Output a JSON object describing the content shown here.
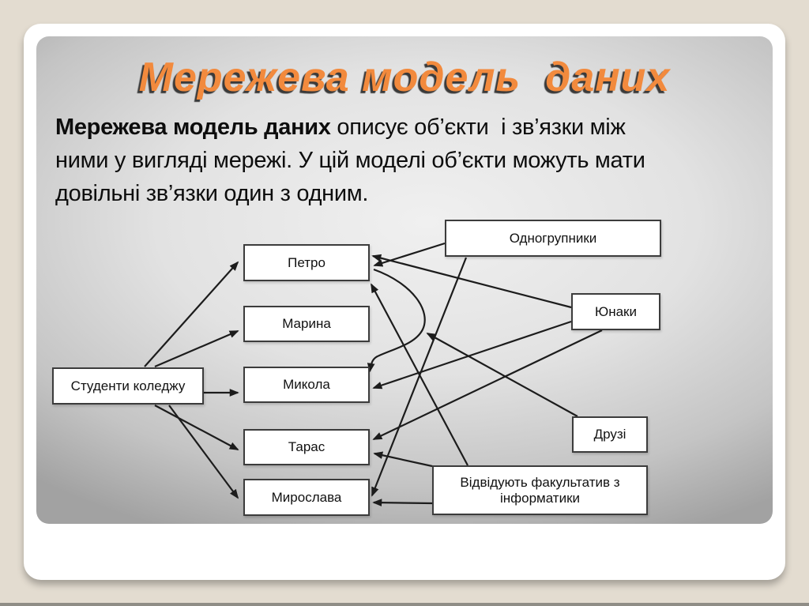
{
  "slide": {
    "title": "Мережева модель  даних",
    "accent_color": "#f28a3d",
    "title_shadow_color": "#3a3a3a",
    "intro": {
      "bold": "Мережева модель даних",
      "line1_rest": " описує об’єкти  і зв’язки між",
      "line2": "ними у вигляді мережі. У цій моделі об’єкти можуть мати",
      "line3": "довільні зв’язки один з одним."
    }
  },
  "diagram": {
    "nodes": [
      {
        "id": "students",
        "label": "Студенти коледжу"
      },
      {
        "id": "petro",
        "label": "Петро"
      },
      {
        "id": "maryna",
        "label": "Марина"
      },
      {
        "id": "mykola",
        "label": "Микола"
      },
      {
        "id": "taras",
        "label": "Тарас"
      },
      {
        "id": "myroslava",
        "label": "Мирослава"
      },
      {
        "id": "odnohrupnyky",
        "label": "Одногрупники"
      },
      {
        "id": "yunaky",
        "label": "Юнаки"
      },
      {
        "id": "druzi",
        "label": "Друзі"
      },
      {
        "id": "fakultatyv",
        "label": "Відвідують факультатив з інформатики"
      }
    ],
    "edges": [
      {
        "from": "Студенти коледжу",
        "to": "Петро"
      },
      {
        "from": "Студенти коледжу",
        "to": "Марина"
      },
      {
        "from": "Студенти коледжу",
        "to": "Микола"
      },
      {
        "from": "Студенти коледжу",
        "to": "Тарас"
      },
      {
        "from": "Студенти коледжу",
        "to": "Мирослава"
      },
      {
        "from": "Одногрупники",
        "to": "Петро"
      },
      {
        "from": "Одногрупники",
        "to": "Мирослава"
      },
      {
        "from": "Юнаки",
        "to": "Петро"
      },
      {
        "from": "Юнаки",
        "to": "Микола"
      },
      {
        "from": "Юнаки",
        "to": "Тарас"
      },
      {
        "from": "Друзі",
        "to": "зв’язок Петро–Микола"
      },
      {
        "from": "Відвідують факультатив з інформатики",
        "to": "Петро"
      },
      {
        "from": "Відвідують факультатив з інформатики",
        "to": "Тарас"
      },
      {
        "from": "Відвідують факультатив з інформатики",
        "to": "Мирослава"
      },
      {
        "from": "Петро",
        "to": "Микола"
      }
    ]
  }
}
